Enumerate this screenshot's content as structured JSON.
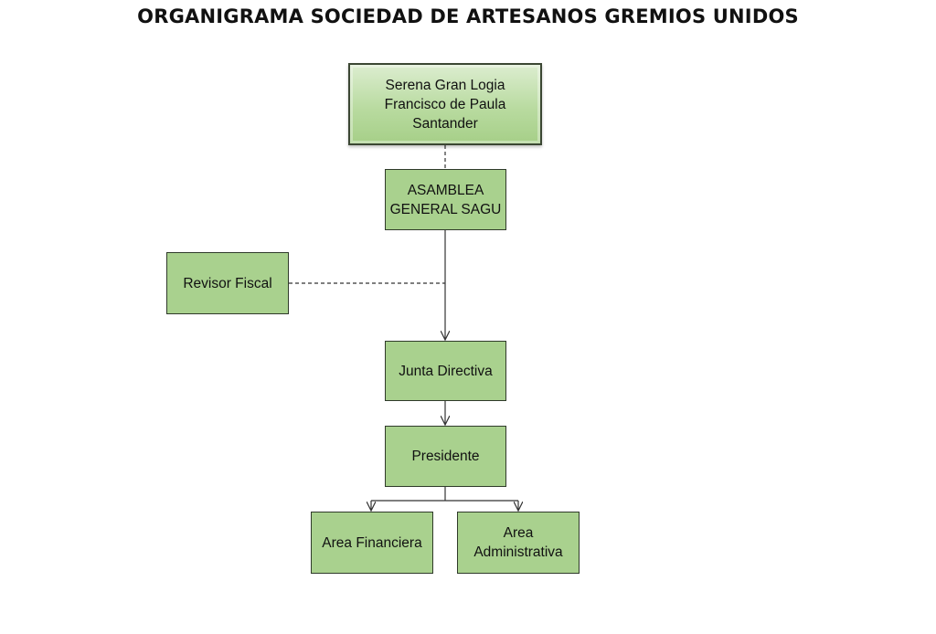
{
  "title": "ORGANIGRAMA SOCIEDAD DE ARTESANOS GREMIOS UNIDOS",
  "nodes": {
    "serena": "Serena Gran Logia\nFrancisco de Paula\nSantander",
    "asamblea": "ASAMBLEA\nGENERAL SAGU",
    "revisor": "Revisor Fiscal",
    "junta": "Junta Directiva",
    "presidente": "Presidente",
    "financiera": "Area Financiera",
    "administrativa": "Area\nAdministrativa"
  },
  "colors": {
    "box_fill": "#a9d18e",
    "box_border": "#2f3a2a",
    "line": "#333333"
  }
}
